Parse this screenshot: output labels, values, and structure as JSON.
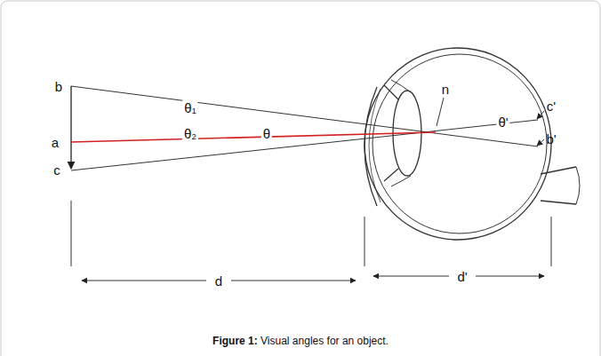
{
  "diagram": {
    "caption": "Figure 1: Visual angles for an object.",
    "labels": [
      "b",
      "a",
      "c",
      "θ₁",
      "θ₂",
      "θ",
      "n",
      "c'",
      "θ'",
      "b'",
      "d",
      "d'"
    ]
  }
}
